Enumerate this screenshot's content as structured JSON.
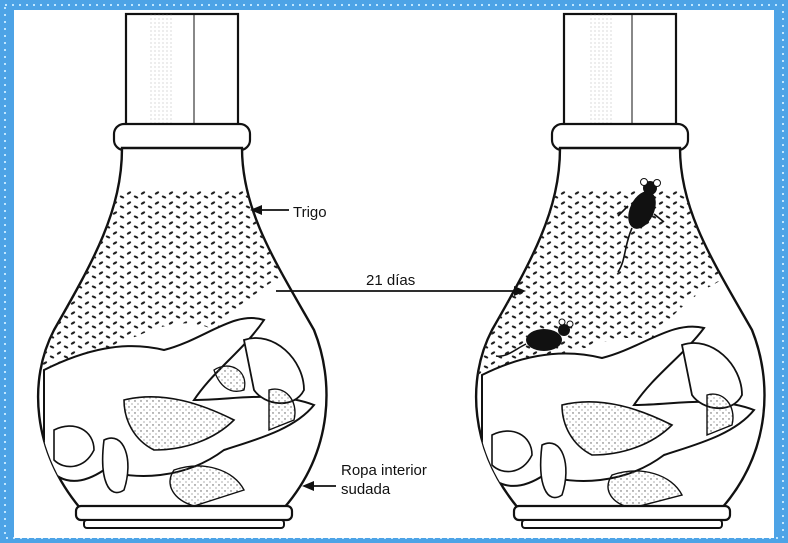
{
  "labels": {
    "grain": "Trigo",
    "time": "21 días",
    "clothes_line1": "Ropa interior",
    "clothes_line2": "sudada"
  },
  "colors": {
    "background": "#4da3e6",
    "border_dots": "#bfe6ff",
    "panel": "#ffffff",
    "ink": "#111111"
  },
  "icons": {
    "arrow": "arrow-right-icon",
    "mouse": "mouse-icon"
  }
}
